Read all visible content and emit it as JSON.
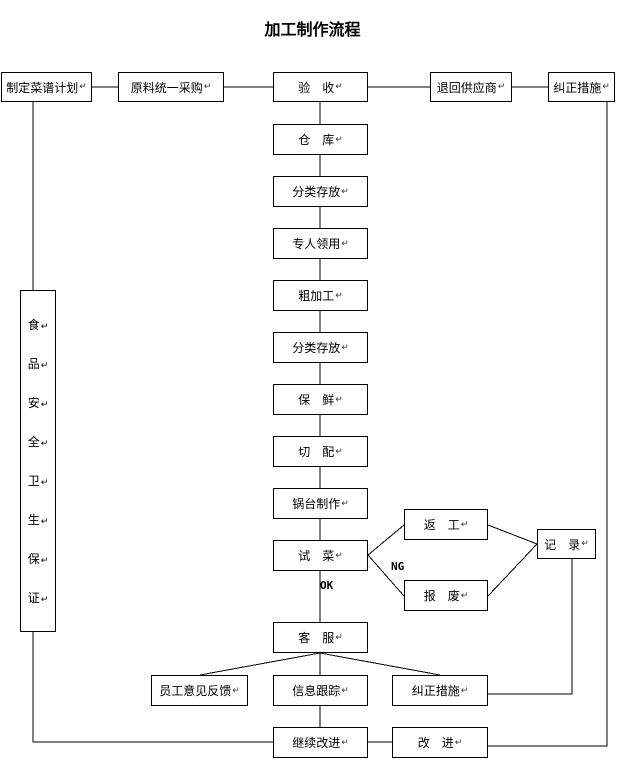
{
  "title": "加工制作流程",
  "return_mark": "↵",
  "boxes": {
    "menu_plan": "制定菜谱计划",
    "purchase": "原料统一采购",
    "inspect": "验　收",
    "return_supplier": "退回供应商",
    "corrective_top": "纠正措施",
    "warehouse": "仓　库",
    "sort_store_1": "分类存放",
    "dedicated_collect": "专人领用",
    "rough_process": "粗加工",
    "sort_store_2": "分类存放",
    "preserve": "保　鲜",
    "cut_match": "切　配",
    "wok_make": "锅台制作",
    "trial": "试　菜",
    "rework": "返　工",
    "scrap": "报　废",
    "record": "记　录",
    "customer_service": "客　服",
    "staff_feedback": "员工意见反馈",
    "info_tracking": "信息跟踪",
    "corrective_bottom": "纠正措施",
    "continuous_improve": "继续改进",
    "improve": "改　进"
  },
  "side_panel": [
    "食",
    "品",
    "安",
    "全",
    "卫",
    "生",
    "保",
    "证"
  ],
  "labels": {
    "ok": "OK",
    "ng": "NG"
  }
}
